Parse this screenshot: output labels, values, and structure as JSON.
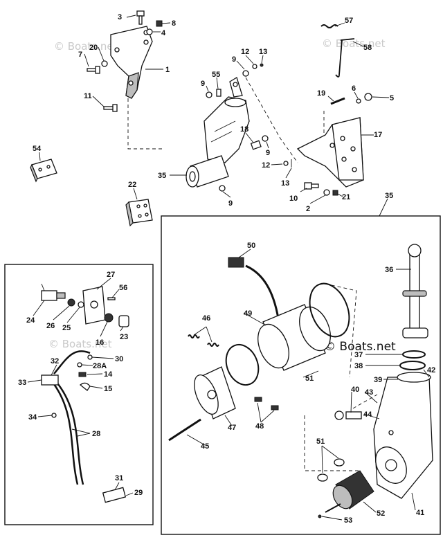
{
  "watermarks": {
    "top_left": "© Boats.net",
    "top_right": "© Boats.net",
    "mid_left": "© Boats.net",
    "main": "© Boats.net"
  },
  "callouts": {
    "c1": "1",
    "c2": "2",
    "c3": "3",
    "c4": "4",
    "c5": "5",
    "c6": "6",
    "c7": "7",
    "c8": "8",
    "c9a": "9",
    "c9b": "9",
    "c9c": "9",
    "c9d": "9",
    "c10": "10",
    "c11": "11",
    "c12a": "12",
    "c12b": "12",
    "c13a": "13",
    "c13b": "13",
    "c14": "14",
    "c15": "15",
    "c16": "16",
    "c17": "17",
    "c18": "18",
    "c19": "19",
    "c20": "20",
    "c21": "21",
    "c22": "22",
    "c23": "23",
    "c24": "24",
    "c25": "25",
    "c26": "26",
    "c27": "27",
    "c28": "28",
    "c28a": "28A",
    "c29": "29",
    "c30": "30",
    "c31": "31",
    "c32": "32",
    "c33": "33",
    "c34": "34",
    "c35a": "35",
    "c35b": "35",
    "c36": "36",
    "c37": "37",
    "c38": "38",
    "c39": "39",
    "c40": "40",
    "c41": "41",
    "c42": "42",
    "c43": "43",
    "c44": "44",
    "c45": "45",
    "c46": "46",
    "c47": "47",
    "c48": "48",
    "c49": "49",
    "c50": "50",
    "c51a": "51",
    "c51b": "51",
    "c52": "52",
    "c53": "53",
    "c54": "54",
    "c55": "55",
    "c56": "56",
    "c57": "57",
    "c58": "58"
  }
}
